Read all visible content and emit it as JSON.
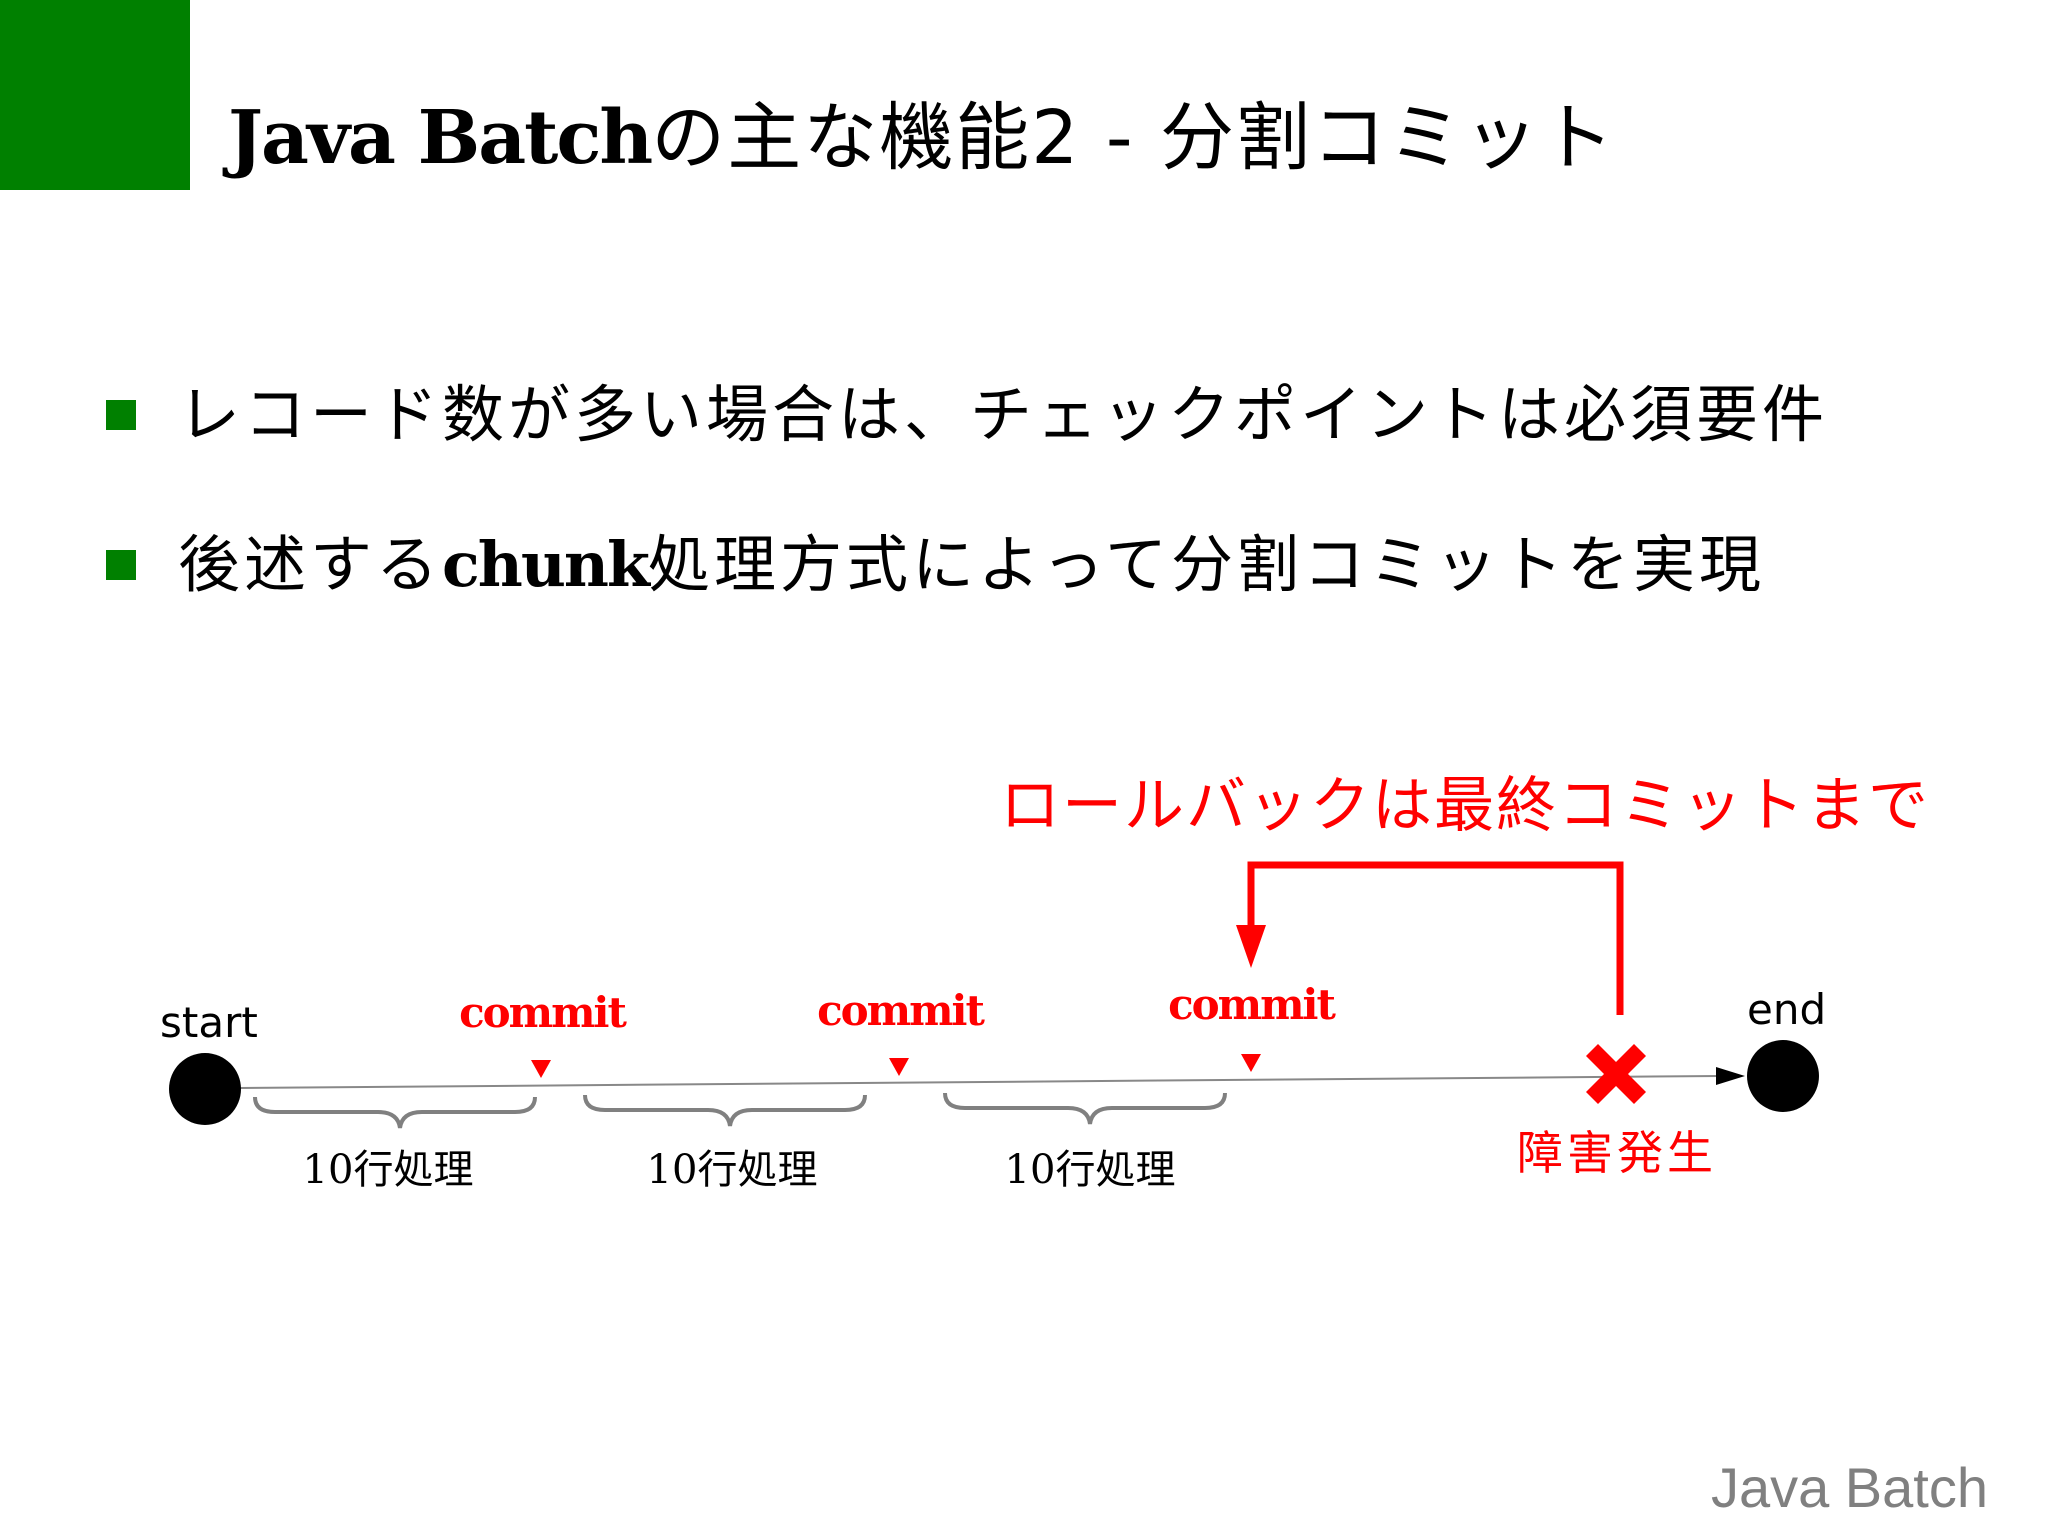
{
  "slide": {
    "title": {
      "gothic_part": "Java Batch",
      "rest": "の主な機能2 ‐ 分割コミット"
    },
    "bullets": [
      {
        "text_before": "レコード数が多い場合は、チェックポイントは必須要件",
        "gothic": "",
        "text_after": ""
      },
      {
        "text_before": "後述する",
        "gothic": "chunk",
        "text_after": "処理方式によって分割コミットを実現"
      }
    ],
    "footer": "Java Batch"
  },
  "diagram": {
    "rollback_label": "ロールバックは最終コミットまで",
    "start_label": "start",
    "end_label": "end",
    "commits": [
      {
        "label": "commit"
      },
      {
        "label": "commit"
      },
      {
        "label": "commit"
      }
    ],
    "chunks": [
      {
        "label": "10行処理"
      },
      {
        "label": "10行処理"
      },
      {
        "label": "10行処理"
      }
    ],
    "failure_label": "障害発生",
    "failure_icon": "cross-icon"
  },
  "colors": {
    "accent_green": "#008000",
    "alert_red": "#ff0000",
    "timeline_grey": "#888888",
    "footer_grey": "#808080"
  }
}
